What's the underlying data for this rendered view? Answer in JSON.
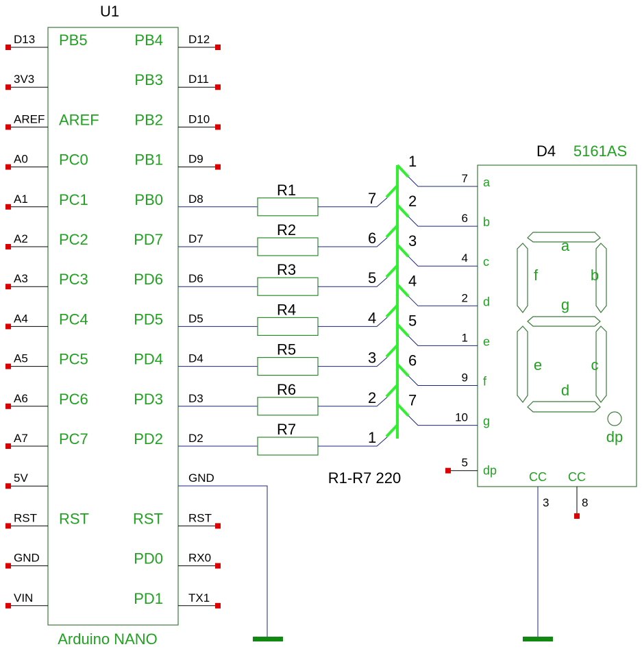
{
  "u1": {
    "ref": "U1",
    "part": "Arduino NANO",
    "left_pins": [
      {
        "pin": "D13",
        "func": "PB5"
      },
      {
        "pin": "3V3",
        "func": ""
      },
      {
        "pin": "AREF",
        "func": "AREF"
      },
      {
        "pin": "A0",
        "func": "PC0"
      },
      {
        "pin": "A1",
        "func": "PC1"
      },
      {
        "pin": "A2",
        "func": "PC2"
      },
      {
        "pin": "A3",
        "func": "PC3"
      },
      {
        "pin": "A4",
        "func": "PC4"
      },
      {
        "pin": "A5",
        "func": "PC5"
      },
      {
        "pin": "A6",
        "func": "PC6"
      },
      {
        "pin": "A7",
        "func": "PC7"
      },
      {
        "pin": "5V",
        "func": ""
      },
      {
        "pin": "RST",
        "func": "RST"
      },
      {
        "pin": "GND",
        "func": ""
      },
      {
        "pin": "VIN",
        "func": ""
      }
    ],
    "right_pins": [
      {
        "pin": "D12",
        "func": "PB4",
        "connected": false
      },
      {
        "pin": "D11",
        "func": "PB3",
        "connected": false
      },
      {
        "pin": "D10",
        "func": "PB2",
        "connected": false
      },
      {
        "pin": "D9",
        "func": "PB1",
        "connected": false
      },
      {
        "pin": "D8",
        "func": "PB0",
        "connected": true
      },
      {
        "pin": "D7",
        "func": "PD7",
        "connected": true
      },
      {
        "pin": "D6",
        "func": "PD6",
        "connected": true
      },
      {
        "pin": "D5",
        "func": "PD5",
        "connected": true
      },
      {
        "pin": "D4",
        "func": "PD4",
        "connected": true
      },
      {
        "pin": "D3",
        "func": "PD3",
        "connected": true
      },
      {
        "pin": "D2",
        "func": "PD2",
        "connected": true
      },
      {
        "pin": "GND",
        "func": "",
        "connected": true
      },
      {
        "pin": "RST",
        "func": "RST",
        "connected": false
      },
      {
        "pin": "RX0",
        "func": "PD0",
        "connected": false
      },
      {
        "pin": "TX1",
        "func": "PD1",
        "connected": false
      }
    ]
  },
  "resistors": {
    "labels": [
      "R1",
      "R2",
      "R3",
      "R4",
      "R5",
      "R6",
      "R7"
    ],
    "bus_in": [
      "7",
      "6",
      "5",
      "4",
      "3",
      "2",
      "1"
    ],
    "note": "R1-R7 220"
  },
  "bus_out": [
    "1",
    "2",
    "3",
    "4",
    "5",
    "6",
    "7"
  ],
  "d4": {
    "ref": "D4",
    "part": "5161AS",
    "pins": [
      {
        "num": "7",
        "name": "a"
      },
      {
        "num": "6",
        "name": "b"
      },
      {
        "num": "4",
        "name": "c"
      },
      {
        "num": "2",
        "name": "d"
      },
      {
        "num": "1",
        "name": "e"
      },
      {
        "num": "9",
        "name": "f"
      },
      {
        "num": "10",
        "name": "g"
      },
      {
        "num": "5",
        "name": "dp"
      }
    ],
    "segments": [
      "a",
      "b",
      "c",
      "d",
      "e",
      "f",
      "g"
    ],
    "dp_label": "dp",
    "cc_left": {
      "label": "CC",
      "num": "3"
    },
    "cc_right": {
      "label": "CC",
      "num": "8"
    }
  },
  "colors": {
    "component": "#2a8a2a",
    "text_green": "#22a022",
    "bus": "#33ee33",
    "wire": "#1a237e",
    "terminal": "#dd0000",
    "ground": "#118811",
    "outline": "#3a7a3a",
    "black": "#000000"
  }
}
